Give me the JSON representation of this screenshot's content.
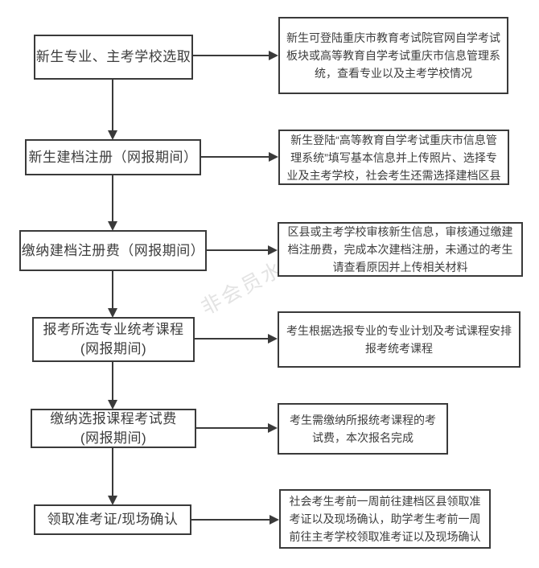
{
  "watermark": "非会员水印",
  "colors": {
    "line": "#3a3a3a",
    "text": "#3d3d3d",
    "background": "#ffffff",
    "watermark": "#e3e3e3"
  },
  "steps": [
    {
      "left": "新生专业、主考学校选取",
      "right": "新生可登陆重庆市教育考试院官网自学考试\n板块或高等教育自学考试重庆市信息管理系\n统，查看专业以及主考学校情况"
    },
    {
      "left": "新生建档注册（网报期间）",
      "right": "新生登陆“高等教育自学考试重庆市信息管\n理系统”填写基本信息并上传照片、选择专\n业及主考学校，社会考生还需选择建档区县"
    },
    {
      "left": "缴纳建档注册费（网报期间）",
      "right": "区县或主考学校审核新生信息，审核通过缴建\n档注册费，完成本次建档注册，未通过的考生\n请查看原因并上传相关材料"
    },
    {
      "left": "报考所选专业统考课程\n(网报期间)",
      "right": "考生根据选报专业的专业计划及考试课程安排\n报考统考课程"
    },
    {
      "left": "缴纳选报课程考试费\n(网报期间)",
      "right": "考生需缴纳所报统考课程的考\n试费，本次报名完成"
    },
    {
      "left": "领取准考证/现场确认",
      "right": "社会考生考前一周前往建档区县领取准\n考证以及现场确认，助学考生考前一周\n前往主考学校领取准考证以及现场确认"
    }
  ]
}
